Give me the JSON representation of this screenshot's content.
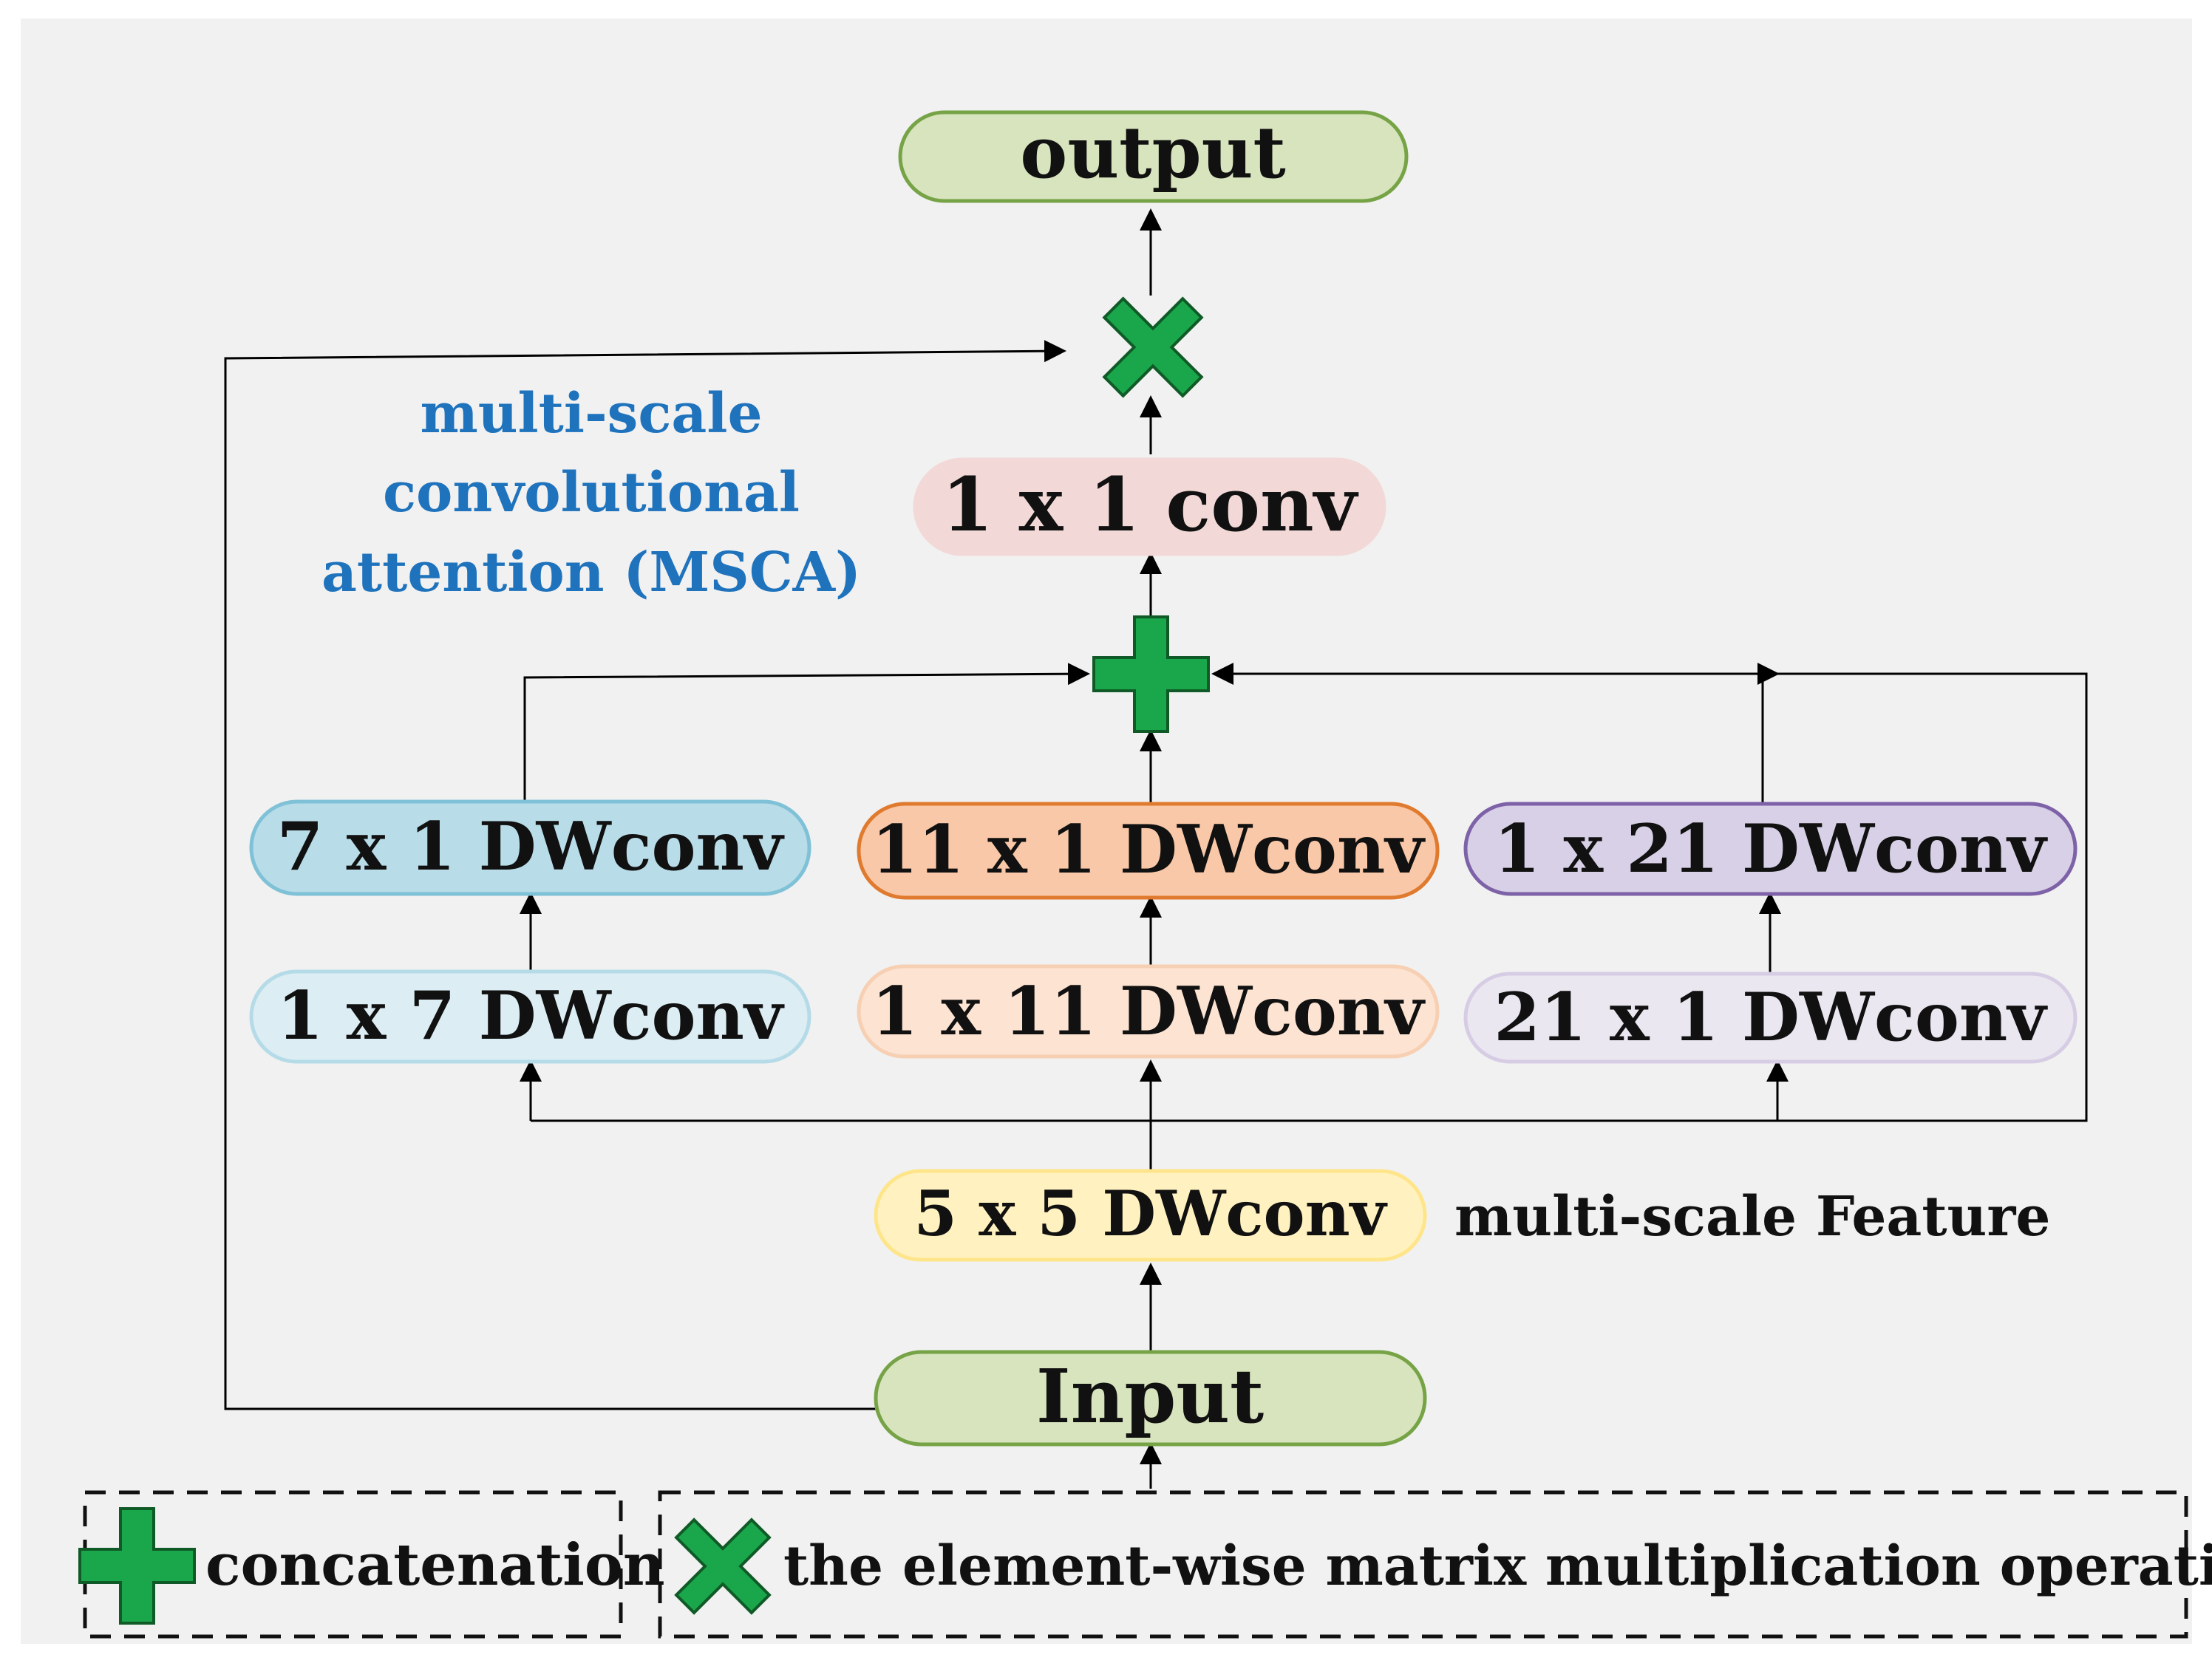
{
  "title": "multi-scale convolutional attention (MSCA)",
  "title_lines": [
    "multi-scale",
    "convolutional",
    "attention (MSCA)"
  ],
  "side_label": "multi-scale Feature",
  "nodes": {
    "output": "output",
    "conv1x1": "1 x 1 conv",
    "dw7x1": "7 x 1 DWconv",
    "dw11x1": "11 x 1 DWconv",
    "dw1x21": "1 x 21 DWconv",
    "dw1x7": "1 x 7 DWconv",
    "dw1x11": "1 x 11 DWconv",
    "dw21x1": "21 x 1 DWconv",
    "dw5x5": "5 x 5 DWconv",
    "input": "Input"
  },
  "legend": {
    "concat_label": "concatenation",
    "multiply_label": "the element-wise matrix multiplication operation"
  },
  "colors": {
    "accent_text": "#1f73bd",
    "green_op": "#1aa64a",
    "output_fill": "#d7e4bd",
    "conv_fill": "#f2d9d7",
    "blue_fill": "#b8dce8",
    "orange_fill": "#f9c8a8",
    "purple_fill": "#d8d0e6",
    "yellow_fill": "#fff2c0"
  }
}
